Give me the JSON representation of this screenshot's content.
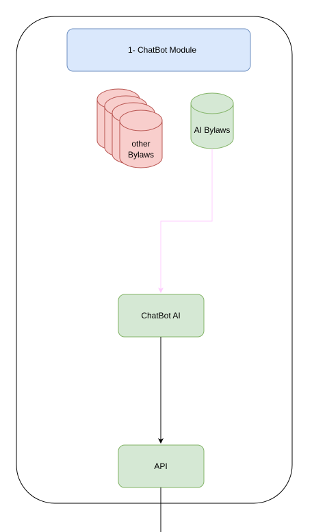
{
  "diagram": {
    "module_title": "1- ChatBot Module",
    "other_bylaws": {
      "line1": "other",
      "line2": "Bylaws"
    },
    "ai_bylaws": "AI Bylaws",
    "chatbot_ai": "ChatBot AI",
    "api": "API"
  },
  "colors": {
    "module_header_fill": "#dae8fc",
    "module_header_stroke": "#6c8ebf",
    "other_bylaws_fill": "#f8cecc",
    "other_bylaws_stroke": "#b85450",
    "green_fill": "#d5e8d4",
    "green_stroke": "#82b366",
    "container_stroke": "#000000",
    "pink_arrow": "#ffccff",
    "black_arrow": "#000000"
  }
}
